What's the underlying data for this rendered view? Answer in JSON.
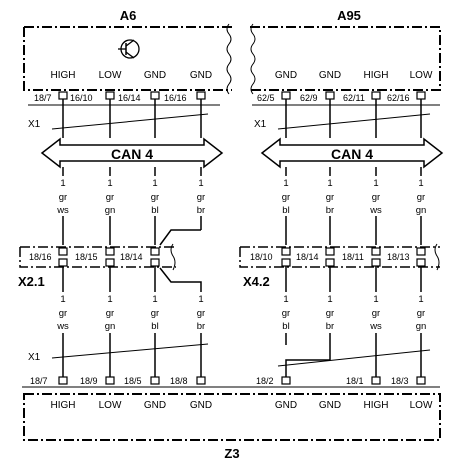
{
  "modules": {
    "a6": {
      "name": "A6",
      "terminals": [
        "HIGH",
        "LOW",
        "GND",
        "GND"
      ],
      "pins": [
        "18/7",
        "16/10",
        "16/14",
        "16/16"
      ]
    },
    "a95": {
      "name": "A95",
      "terminals": [
        "GND",
        "GND",
        "HIGH",
        "LOW"
      ],
      "pins": [
        "62/5",
        "62/9",
        "62/11",
        "62/16"
      ]
    },
    "z3": {
      "name": "Z3",
      "terminals": [
        "HIGH",
        "LOW",
        "GND",
        "GND",
        "GND",
        "GND",
        "HIGH",
        "LOW"
      ],
      "pins": [
        "18/7",
        "18/9",
        "18/5",
        "18/8",
        "18/2",
        "18/1",
        "18/3"
      ]
    }
  },
  "connectors": {
    "x1_top_left": "X1",
    "x1_top_right": "X1",
    "x1_bottom": "X1",
    "x2_1": {
      "name": "X2.1",
      "pins": [
        "18/16",
        "18/15",
        "18/14"
      ]
    },
    "x4_2": {
      "name": "X4.2",
      "pins": [
        "18/10",
        "18/14",
        "18/11",
        "18/13"
      ]
    }
  },
  "bus": {
    "left": "CAN 4",
    "right": "CAN 4"
  },
  "wires": {
    "left_upper": [
      {
        "num": "1",
        "c1": "gr",
        "c2": "ws"
      },
      {
        "num": "1",
        "c1": "gr",
        "c2": "gn"
      },
      {
        "num": "1",
        "c1": "gr",
        "c2": "bl"
      },
      {
        "num": "1",
        "c1": "gr",
        "c2": "br"
      }
    ],
    "left_lower": [
      {
        "num": "1",
        "c1": "gr",
        "c2": "ws"
      },
      {
        "num": "1",
        "c1": "gr",
        "c2": "gn"
      },
      {
        "num": "1",
        "c1": "gr",
        "c2": "bl"
      },
      {
        "num": "1",
        "c1": "gr",
        "c2": "br"
      }
    ],
    "right_upper": [
      {
        "num": "1",
        "c1": "gr",
        "c2": "bl"
      },
      {
        "num": "1",
        "c1": "gr",
        "c2": "br"
      },
      {
        "num": "1",
        "c1": "gr",
        "c2": "ws"
      },
      {
        "num": "1",
        "c1": "gr",
        "c2": "gn"
      }
    ],
    "right_lower": [
      {
        "num": "1",
        "c1": "gr",
        "c2": "bl"
      },
      {
        "num": "1",
        "c1": "gr",
        "c2": "br"
      },
      {
        "num": "1",
        "c1": "gr",
        "c2": "ws"
      },
      {
        "num": "1",
        "c1": "gr",
        "c2": "gn"
      }
    ]
  }
}
